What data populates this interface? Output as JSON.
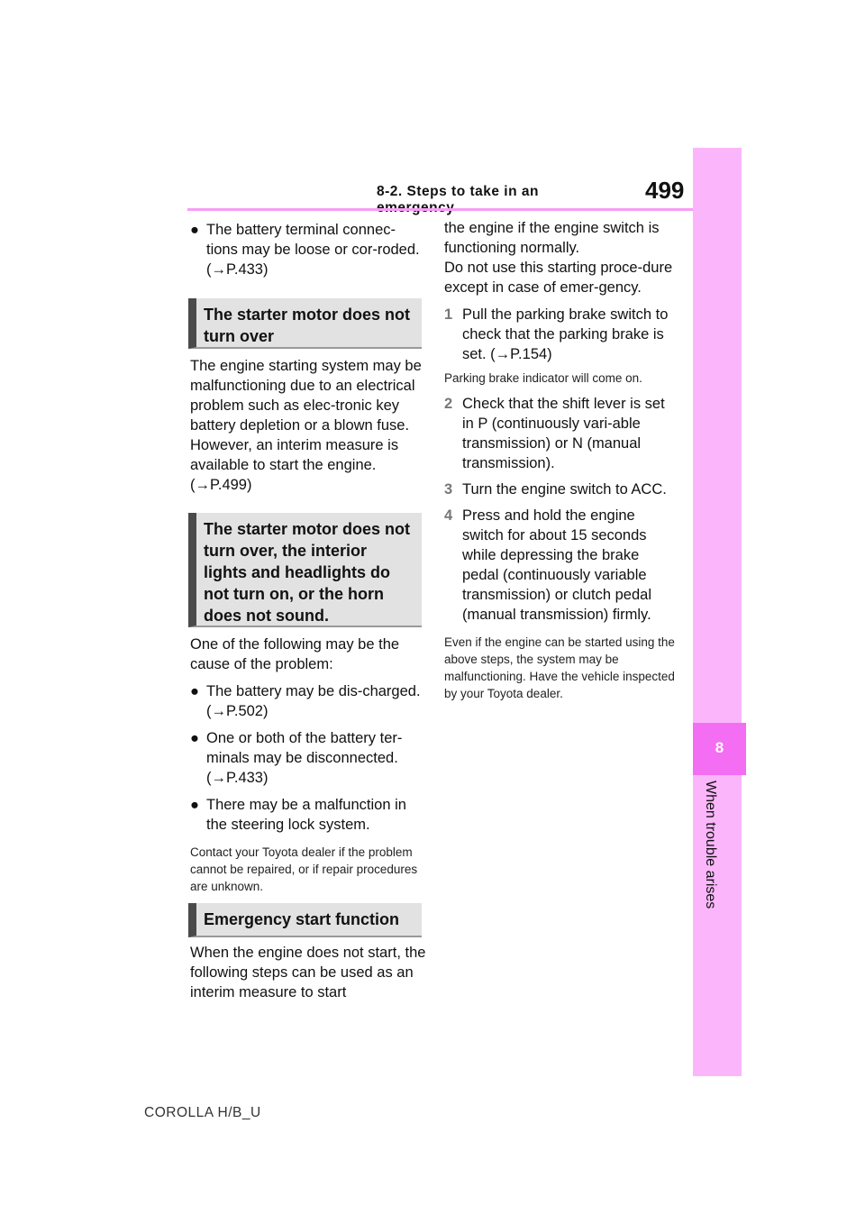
{
  "header": {
    "section": "8-2. Steps to take in an emergency",
    "page_number": "499"
  },
  "side": {
    "chapter_number": "8",
    "chapter_title": "When trouble arises"
  },
  "left": {
    "b1": "The battery terminal connec-tions may be loose or cor-roded. (→P.433)",
    "h1": "The starter motor does not turn over",
    "p1": "The engine starting system may be malfunctioning due to an electrical problem such as elec-tronic key battery depletion or a blown fuse. However, an interim measure is available to start the engine. (→P.499)",
    "h2": "The starter motor does not turn over, the interior lights and headlights do not turn on, or the horn does not sound.",
    "p2": "One of the following may be the cause of the problem:",
    "b2": "The battery may be dis-charged. (→P.502)",
    "b3": "One or both of the battery ter-minals may be disconnected. (→P.433)",
    "b4": "There may be a malfunction in the steering lock system.",
    "note": "Contact your Toyota dealer if the problem cannot be repaired, or if repair procedures are unknown.",
    "h3": "Emergency start function",
    "p3": "When the engine does not start, the following steps can be used as an interim measure to start"
  },
  "right": {
    "p1": "the engine if the engine switch is functioning normally.",
    "p2": "Do not use this starting proce-dure except in case of emer-gency.",
    "steps": [
      {
        "num": "1",
        "text": "Pull the parking brake switch to check that the parking brake is set. (→P.154)"
      },
      {
        "num": "2",
        "text": "Check that the shift lever is set in P (continuously vari-able transmission) or N (manual transmission)."
      },
      {
        "num": "3",
        "text": "Turn the engine switch to ACC."
      },
      {
        "num": "4",
        "text": "Press and hold the engine switch for about 15 seconds while depressing the brake pedal (continuously variable transmission) or clutch pedal (manual transmission) firmly."
      }
    ],
    "step1_note": "Parking brake indicator will come on.",
    "final_note": "Even if the engine can be started using the above steps, the system may be malfunctioning. Have the vehicle inspected by your Toyota dealer."
  },
  "footer": {
    "model": "COROLLA H/B_U"
  },
  "colors": {
    "accent": "#f36ef3",
    "side_tab": "#fbb6fb",
    "rule": "#f59ef5"
  }
}
